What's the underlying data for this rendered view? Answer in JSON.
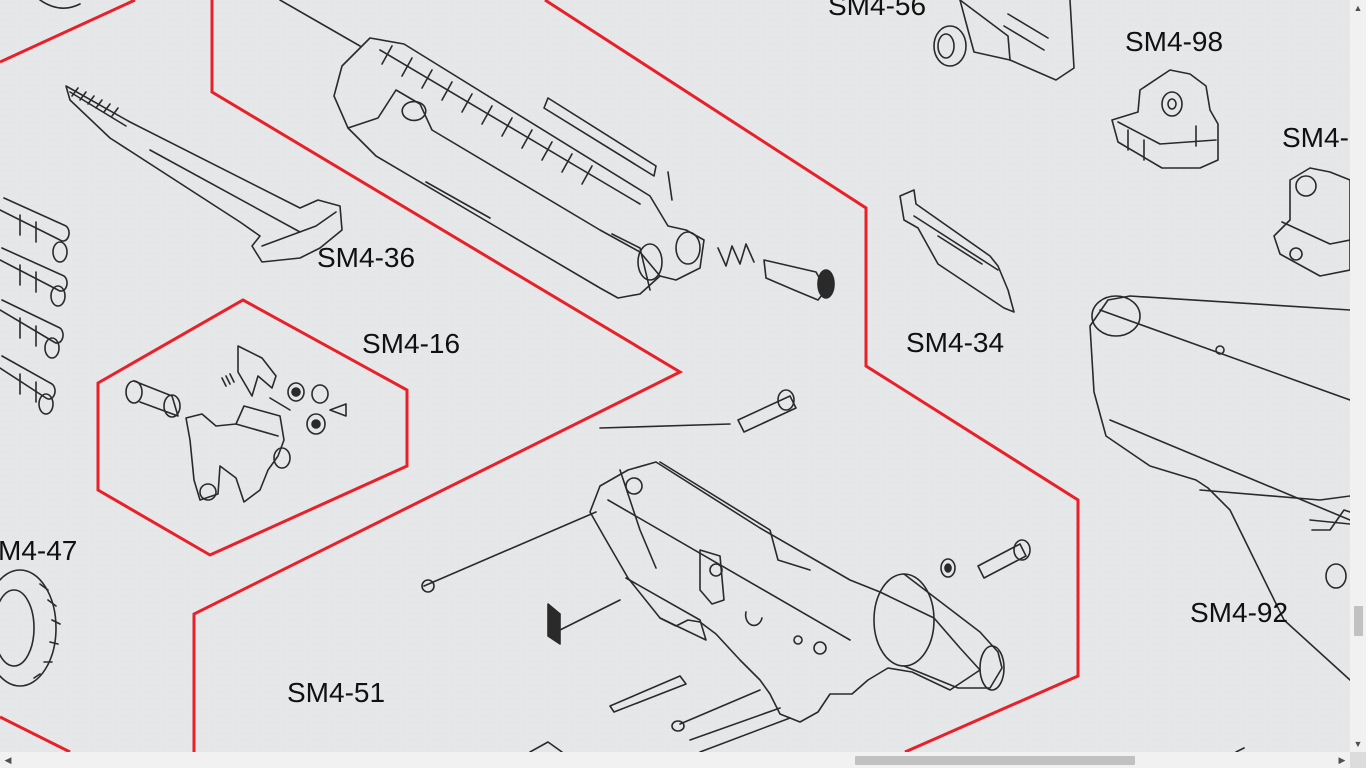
{
  "diagram": {
    "part_labels": {
      "sm4_56": "SM4-56",
      "sm4_98": "SM4-98",
      "sm4_partial_right": "SM4-",
      "sm4_36": "SM4-36",
      "sm4_16": "SM4-16",
      "sm4_34": "SM4-34",
      "sm4_47": "M4-47",
      "sm4_92": "SM4-92",
      "sm4_51": "SM4-51"
    },
    "colors": {
      "background": "#e6e7e8",
      "boundary_line": "#e8202a",
      "drawing_line": "#2a2a2a",
      "label_text": "#111111"
    }
  },
  "scrollbars": {
    "up_arrow": "▲",
    "down_arrow": "▼",
    "left_arrow": "◀",
    "right_arrow": "▶"
  }
}
